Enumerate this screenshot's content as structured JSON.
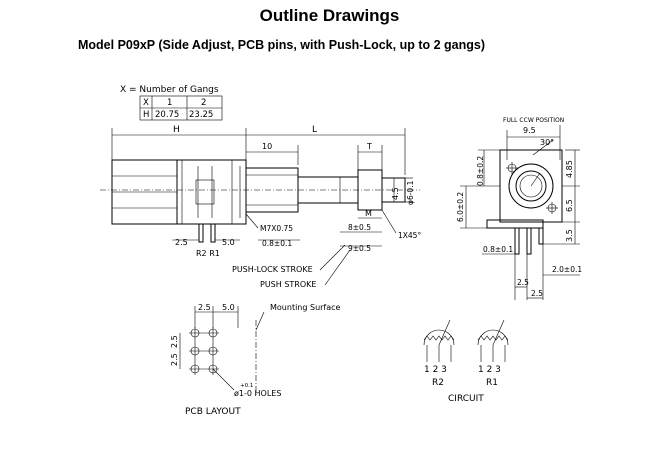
{
  "title": "Outline Drawings",
  "subtitle": "Model P09xP  (Side Adjust, PCB pins, with Push-Lock, up to 2 gangs)",
  "gang_table": {
    "legend": "X = Number of Gangs",
    "row_x_label": "X",
    "row_h_label": "H",
    "cols": [
      "1",
      "2"
    ],
    "h_values": [
      "20.75",
      "23.25"
    ]
  },
  "dims": {
    "H": "H",
    "L": "L",
    "d10": "10",
    "T": "T",
    "d4_5": "4.5",
    "phi6": "φ6-0.1",
    "M": "M",
    "M7": "M7X0.75",
    "d08": "0.8±0.1",
    "d25": "2.5",
    "d50": "5.0",
    "r2r1": "R2 R1",
    "d8": "8±0.5",
    "d9": "9±0.5",
    "chamfer": "1X45°",
    "push_lock": "PUSH-LOCK STROKE",
    "push": "PUSH STROKE"
  },
  "side_view": {
    "full_ccw": "FULL CCW POSITION",
    "d9_5": "9.5",
    "deg30": "30°",
    "d4_85": "4.85",
    "d6_5": "6.5",
    "d3_5": "3.5",
    "d6_0": "6.0±0.2",
    "d0_8v": "0.8±0.2",
    "d0_8h": "0.8±0.1",
    "d2_0": "2.0±0.1",
    "d2_5a": "2.5",
    "d2_5b": "2.5"
  },
  "pcb": {
    "d25": "2.5",
    "d50": "5.0",
    "mounting": "Mounting  Surface",
    "v25a": "2.5",
    "v25b": "2.5",
    "holes": "ø1-0 HOLES",
    "tol": "+0.1",
    "label": "PCB LAYOUT"
  },
  "circuit": {
    "pins_r2": "1 2 3",
    "pins_r1": "1 2 3",
    "r2": "R2",
    "r1": "R1",
    "label": "CIRCUIT"
  }
}
